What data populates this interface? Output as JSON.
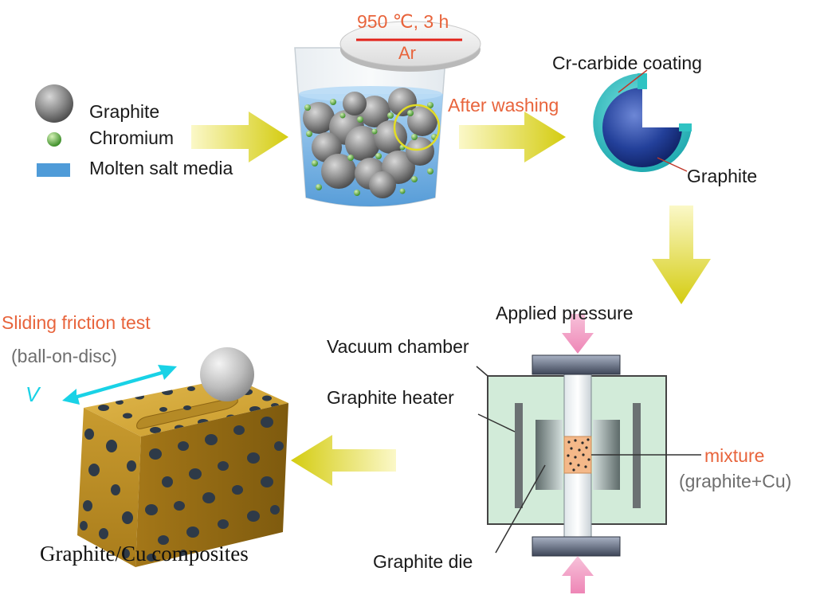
{
  "legend": {
    "graphite": "Graphite",
    "chromium": "Chromium",
    "molten_salt": "Molten salt media"
  },
  "beaker": {
    "temperature_time": "950 ℃, 3 h",
    "atmosphere": "Ar"
  },
  "step_after_washing": "After washing",
  "particle": {
    "coating": "Cr-carbide coating",
    "core": "Graphite"
  },
  "sintering": {
    "applied_pressure": "Applied pressure",
    "vacuum_chamber": "Vacuum chamber",
    "graphite_heater": "Graphite heater",
    "mixture": "mixture",
    "mixture_detail": "(graphite+Cu)",
    "graphite_die": "Graphite die"
  },
  "test": {
    "title": "Sliding friction test",
    "subtitle": "(ball-on-disc)",
    "velocity": "V"
  },
  "product": "Graphite/Cu composites",
  "colors": {
    "accent_orange": "#e8643c",
    "arrow_yellow": "#d8d21a",
    "salt_blue": "#4f9bd8",
    "coating_teal": "#2fc3c3",
    "core_navy": "#1f3a8c",
    "chamber_green": "#cfe8d6",
    "composite_gold": "#c9a23a",
    "pressure_pink": "#f2a3c7",
    "velocity_cyan": "#19d2e6"
  }
}
